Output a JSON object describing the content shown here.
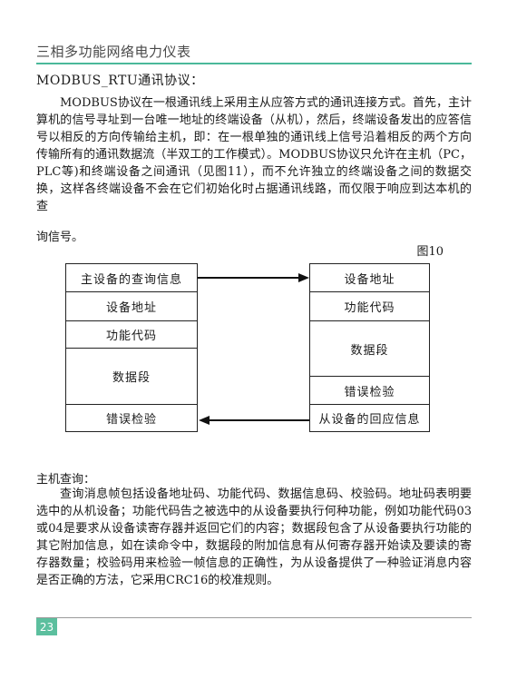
{
  "header": {
    "title": "三相多功能网络电力仪表"
  },
  "section": {
    "title": "MODBUS_RTU通讯协议："
  },
  "intro": {
    "paragraph": "MODBUS协议在一根通讯线上采用主从应答方式的通讯连接方式。首先，主计算机的信号寻址到一台唯一地址的终端设备（从机），然后，终端设备发出的应答信号以相反的方向传输给主机，即：在一根单独的通讯线上信号沿着相反的两个方向传输所有的通讯数据流（半双工的工作模式）。MODBUS协议只允许在主机（PC，PLC等)和终端设备之间通讯（见图11），而不允许独立的终端设备之间的数据交换，这样各终端设备不会在它们初始化时占据通讯线路，而仅限于响应到达本机的查",
    "tail": "询信号。"
  },
  "figure": {
    "label": "图10",
    "left_cells": [
      "主设备的查询信息",
      "设备地址",
      "功能代码",
      "数据段",
      "错误检验"
    ],
    "right_cells": [
      "设备地址",
      "功能代码",
      "数据段",
      "错误检验",
      "从设备的回应信息"
    ]
  },
  "query": {
    "title": "主机查询：",
    "paragraph": "查询消息帧包括设备地址码、功能代码、数据信息码、校验码。地址码表明要选中的从机设备；功能代码告之被选中的从设备要执行何种功能，例如功能代码03或04是要求从设备读寄存器并返回它们的内容；数据段包含了从设备要执行功能的其它附加信息，如在读命令中，数据段的附加信息有从何寄存器开始读及要读的寄存器数量；校验码用来检验一帧信息的正确性，为从设备提供了一种验证消息内容是否正确的方法，它采用CRC16的校准规则。"
  },
  "footer": {
    "page_number": "23"
  },
  "colors": {
    "accent": "#4bb89a",
    "page_badge": "#5cbf9e"
  }
}
